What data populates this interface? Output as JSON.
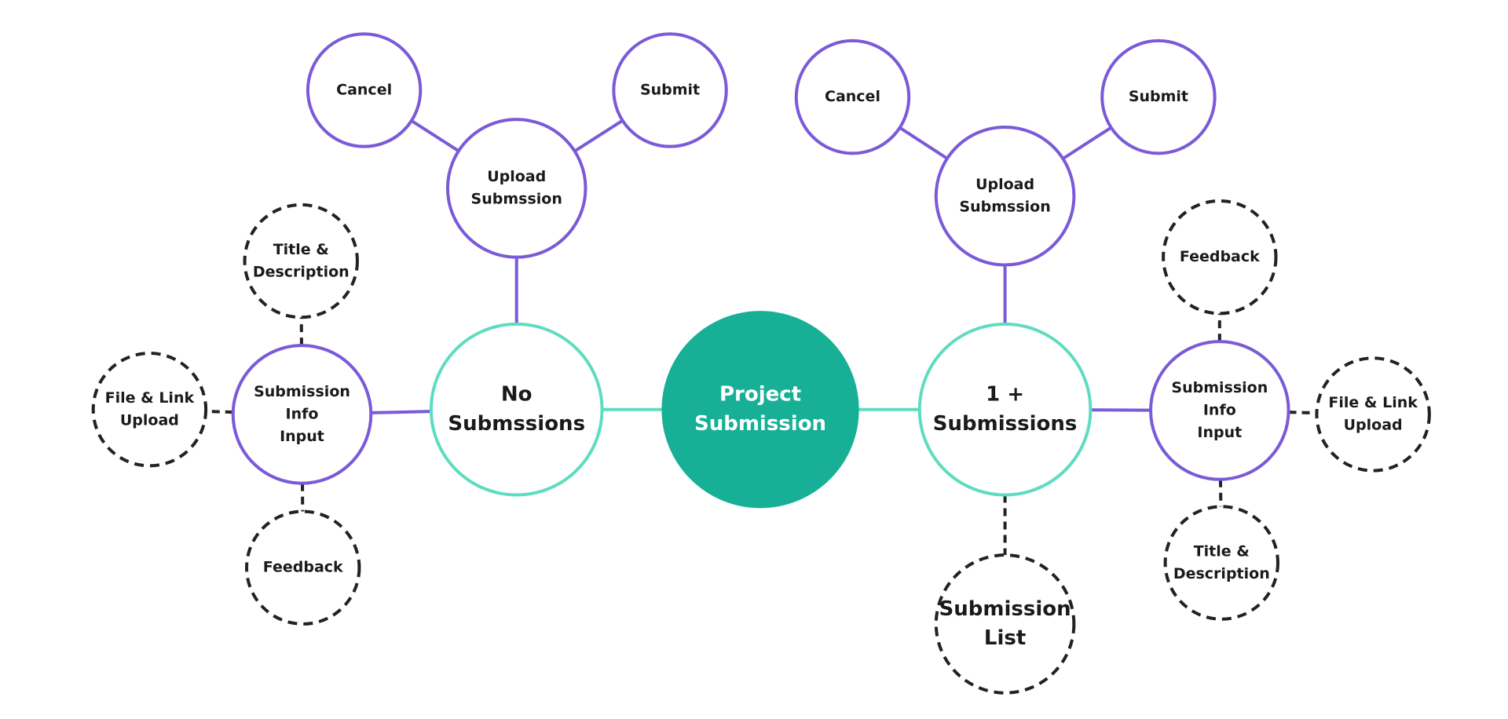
{
  "colors": {
    "main_fill": "#17b097",
    "mint_stroke": "#5fdcc0",
    "purple_stroke": "#7b5ad8",
    "dashed_stroke": "#222222"
  },
  "nodes": {
    "project_submission": {
      "lines": [
        "Project",
        "Submission"
      ]
    },
    "left": {
      "no_submissions": {
        "lines": [
          "No",
          "Submssions"
        ]
      },
      "upload_submission": {
        "lines": [
          "Upload",
          "Submssion"
        ]
      },
      "cancel": {
        "lines": [
          "Cancel"
        ]
      },
      "submit": {
        "lines": [
          "Submit"
        ]
      },
      "submission_info_input": {
        "lines": [
          "Submission",
          "Info",
          "Input"
        ]
      },
      "title_description": {
        "lines": [
          "Title &",
          "Description"
        ]
      },
      "file_link_upload": {
        "lines": [
          "File & Link",
          "Upload"
        ]
      },
      "feedback": {
        "lines": [
          "Feedback"
        ]
      }
    },
    "right": {
      "one_plus_submissions": {
        "lines": [
          "1 +",
          "Submissions"
        ]
      },
      "upload_submission": {
        "lines": [
          "Upload",
          "Submssion"
        ]
      },
      "cancel": {
        "lines": [
          "Cancel"
        ]
      },
      "submit": {
        "lines": [
          "Submit"
        ]
      },
      "submission_info_input": {
        "lines": [
          "Submission",
          "Info",
          "Input"
        ]
      },
      "feedback": {
        "lines": [
          "Feedback"
        ]
      },
      "file_link_upload": {
        "lines": [
          "File & Link",
          "Upload"
        ]
      },
      "title_description": {
        "lines": [
          "Title &",
          "Description"
        ]
      },
      "submission_list": {
        "lines": [
          "Submission",
          "List"
        ]
      }
    }
  }
}
